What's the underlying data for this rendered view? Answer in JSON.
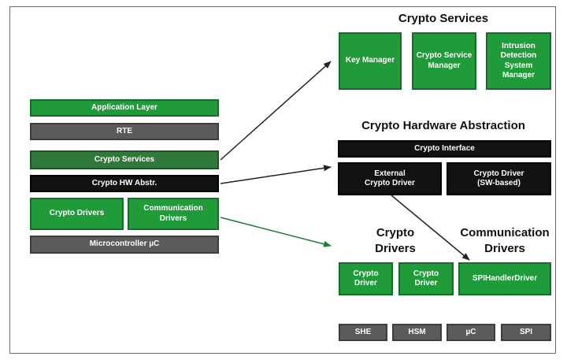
{
  "stack": {
    "application_layer": "Application Layer",
    "rte": "RTE",
    "crypto_services": "Crypto Services",
    "crypto_hw_abstr": "Crypto HW Abstr.",
    "crypto_drivers": "Crypto Drivers",
    "communication_drivers": "Communication\nDrivers",
    "microcontroller": "Microcontroller µC"
  },
  "crypto_services": {
    "heading": "Crypto Services",
    "key_manager": "Key Manager",
    "crypto_service_manager": "Crypto Service\nManager",
    "intrusion_detection": "Intrusion\nDetection\nSystem\nManager"
  },
  "hw_abstraction": {
    "heading": "Crypto Hardware Abstraction",
    "crypto_interface": "Crypto Interface",
    "external_driver": "External\nCrypto Driver",
    "sw_driver": "Crypto Driver\n(SW-based)"
  },
  "drivers": {
    "crypto_heading": "Crypto\nDrivers",
    "comm_heading": "Communication\nDrivers",
    "crypto_driver_1": "Crypto\nDriver",
    "crypto_driver_2": "Crypto\nDriver",
    "spi_handler": "SPIHandlerDriver"
  },
  "hardware": {
    "she": "SHE",
    "hsm": "HSM",
    "uc": "µC",
    "spi": "SPI"
  },
  "colors": {
    "green": "#1f9b3a",
    "dark_green": "#2f7a3a",
    "gray": "#5b5b5b",
    "black": "#121212"
  }
}
